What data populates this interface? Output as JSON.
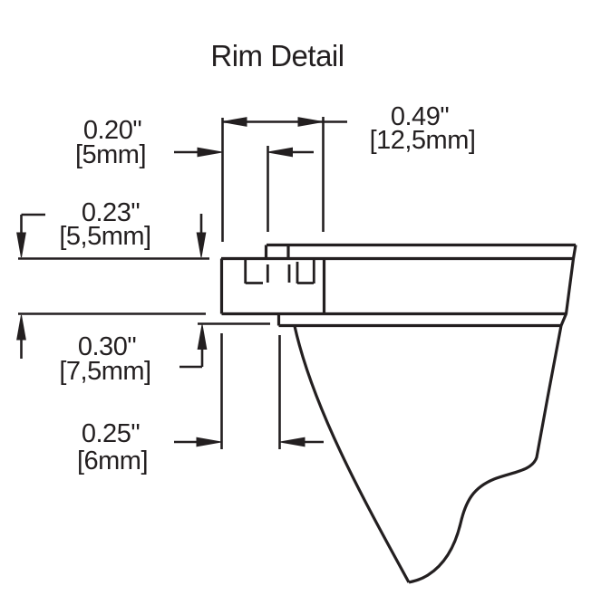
{
  "title": "Rim Detail",
  "colors": {
    "ink": "#231f20",
    "background": "#ffffff"
  },
  "dims": {
    "outer_width": {
      "inches": "0.49\"",
      "metric": "[12,5mm]"
    },
    "lip_offset": {
      "inches": "0.20\"",
      "metric": "[5mm]"
    },
    "rim_thickness": {
      "inches": "0.23\"",
      "metric": "[5,5mm]"
    },
    "rim_depth": {
      "inches": "0.30\"",
      "metric": "[7,5mm]"
    },
    "lower_width": {
      "inches": "0.25\"",
      "metric": "[6mm]"
    }
  }
}
